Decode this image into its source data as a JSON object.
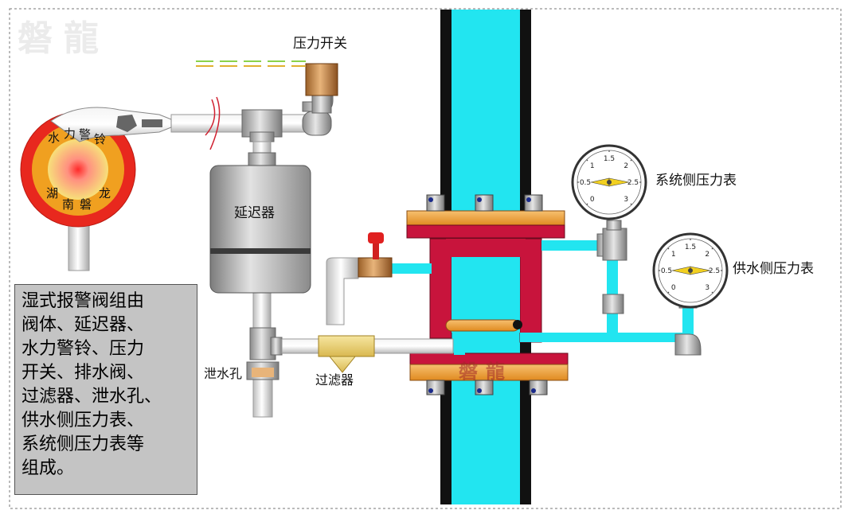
{
  "watermark_top": "磐龍",
  "watermark_valve": "磐龍",
  "labels": {
    "pressure_switch": "压力开关",
    "retard_chamber": "延迟器",
    "system_gauge": "系统侧压力表",
    "supply_gauge": "供水侧压力表",
    "drain_hole": "泄水孔",
    "filter": "过滤器"
  },
  "bell": {
    "chars": [
      "水",
      "力",
      "警",
      "铃",
      "湖",
      "南",
      "磐",
      "龙"
    ]
  },
  "gauge_ticks": [
    "0",
    "0.5",
    "1",
    "1.5",
    "2",
    "2.5",
    "3"
  ],
  "description": "湿式报警阀组由\n阀体、延迟器、\n水力警铃、压力\n开关、排水阀、\n过滤器、泄水孔、\n供水侧压力表、\n系统侧压力表等\n组成。",
  "colors": {
    "water": "#22e5f0",
    "pipe_wall": "#111111",
    "flange": "#f0a040",
    "valve_body": "#c8143c",
    "bell_outer": "#e8281e",
    "bell_mid": "#f0a020",
    "bell_inner": "#f7e07a"
  }
}
